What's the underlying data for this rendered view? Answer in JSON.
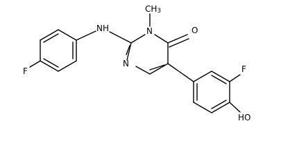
{
  "labels": {
    "nh": "NH",
    "n_ring": "N",
    "n_methyl": "N",
    "methyl": "CH",
    "methyl_sub": "3",
    "oxygen": "O",
    "f_left": "F",
    "f_right": "F",
    "hydroxyl": "HO"
  }
}
